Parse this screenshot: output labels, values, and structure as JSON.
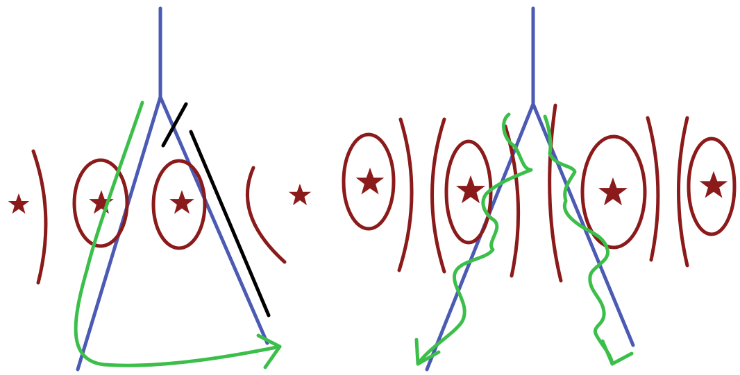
{
  "colors": {
    "background": "#ffffff",
    "rod": "#4b5ab3",
    "galaxy": "#8b1a1a",
    "light_path": "#3cbf4a",
    "marker": "#000000"
  },
  "panels": [
    {
      "name": "left-panel",
      "elements": [
        "blue-forked-line",
        "lensed-stars-with-arcs",
        "green-curved-arrow",
        "black-parallel-line"
      ]
    },
    {
      "name": "right-panel",
      "elements": [
        "blue-forked-line",
        "lensed-stars-with-arcs",
        "green-wavy-arrows"
      ]
    }
  ]
}
